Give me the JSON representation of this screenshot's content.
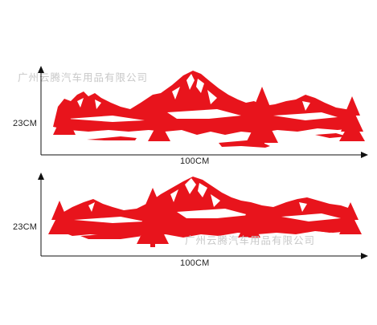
{
  "watermark": {
    "top_text": "广州云腾汽车用品有限公司",
    "bottom_text": "广州云腾汽车用品有限公司"
  },
  "decal_top": {
    "height_label": "23CM",
    "width_label": "100CM"
  },
  "decal_bottom": {
    "height_label": "23CM",
    "width_label": "100CM"
  },
  "colors": {
    "decal_red": "#e8141c",
    "axis": "#111111",
    "watermark": "#c8c8c8"
  }
}
